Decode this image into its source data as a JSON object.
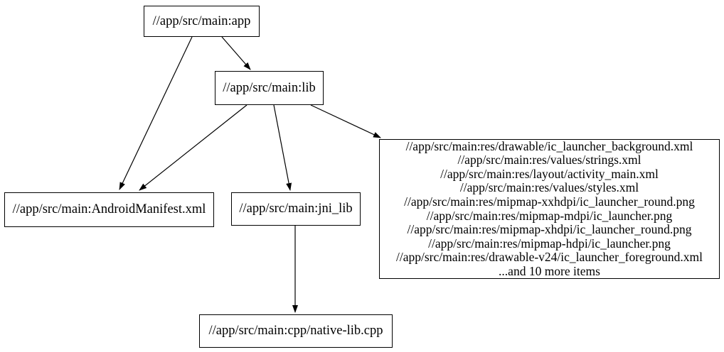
{
  "diagram": {
    "type": "dependency-graph",
    "background_color": "#ffffff",
    "node_border_color": "#000000",
    "edge_color": "#000000",
    "text_color": "#000000",
    "nodes": {
      "app": {
        "label": "//app/src/main:app"
      },
      "lib": {
        "label": "//app/src/main:lib"
      },
      "android_manifest": {
        "label": "//app/src/main:AndroidManifest.xml"
      },
      "jni_lib": {
        "label": "//app/src/main:jni_lib"
      },
      "res_group": {
        "lines": [
          "//app/src/main:res/drawable/ic_launcher_background.xml",
          "//app/src/main:res/values/strings.xml",
          "//app/src/main:res/layout/activity_main.xml",
          "//app/src/main:res/values/styles.xml",
          "//app/src/main:res/mipmap-xxhdpi/ic_launcher_round.png",
          "//app/src/main:res/mipmap-mdpi/ic_launcher.png",
          "//app/src/main:res/mipmap-xhdpi/ic_launcher_round.png",
          "//app/src/main:res/mipmap-hdpi/ic_launcher.png",
          "//app/src/main:res/drawable-v24/ic_launcher_foreground.xml",
          "...and 10 more items"
        ]
      },
      "native_lib": {
        "label": "//app/src/main:cpp/native-lib.cpp"
      }
    },
    "edges": [
      {
        "from": "app",
        "to": "android_manifest"
      },
      {
        "from": "app",
        "to": "lib"
      },
      {
        "from": "lib",
        "to": "android_manifest"
      },
      {
        "from": "lib",
        "to": "jni_lib"
      },
      {
        "from": "lib",
        "to": "res_group"
      },
      {
        "from": "jni_lib",
        "to": "native_lib"
      }
    ]
  }
}
